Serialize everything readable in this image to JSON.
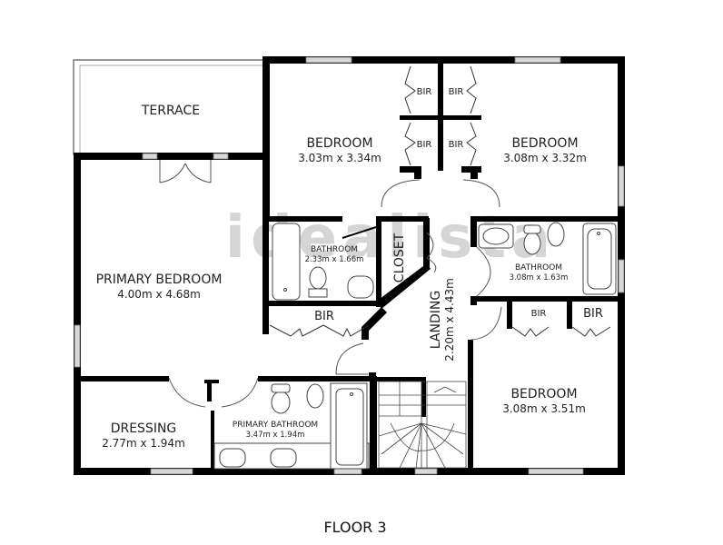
{
  "plan": {
    "floor_label": "FLOOR 3",
    "watermark": "idealista",
    "rooms": {
      "terrace": {
        "name": "TERRACE"
      },
      "bedroom_1": {
        "name": "BEDROOM",
        "size": "3.03m x 3.34m"
      },
      "bedroom_2": {
        "name": "BEDROOM",
        "size": "3.08m x 3.32m"
      },
      "primary_bedroom": {
        "name": "PRIMARY BEDROOM",
        "size": "4.00m x 4.68m"
      },
      "bathroom_1": {
        "name": "BATHROOM",
        "size": "2.33m x 1.66m"
      },
      "closet": {
        "name": "CLOSET"
      },
      "landing": {
        "name": "LANDING",
        "size": "2.20m x 4.43m"
      },
      "bathroom_2": {
        "name": "BATHROOM",
        "size": "3.08m x 1.63m"
      },
      "bedroom_3": {
        "name": "BEDROOM",
        "size": "3.08m x 3.51m"
      },
      "dressing": {
        "name": "DRESSING",
        "size": "2.77m x 1.94m"
      },
      "primary_bathroom": {
        "name": "PRIMARY BATHROOM",
        "size": "3.47m x 1.94m"
      }
    },
    "built_in_robes": {
      "bir_1": "BIR",
      "bir_2": "BIR",
      "bir_3": "BIR",
      "bir_4": "BIR",
      "bir_primary": "BIR",
      "bir_bath2_left": "BIR",
      "bir_bath2_right": "BIR"
    }
  }
}
